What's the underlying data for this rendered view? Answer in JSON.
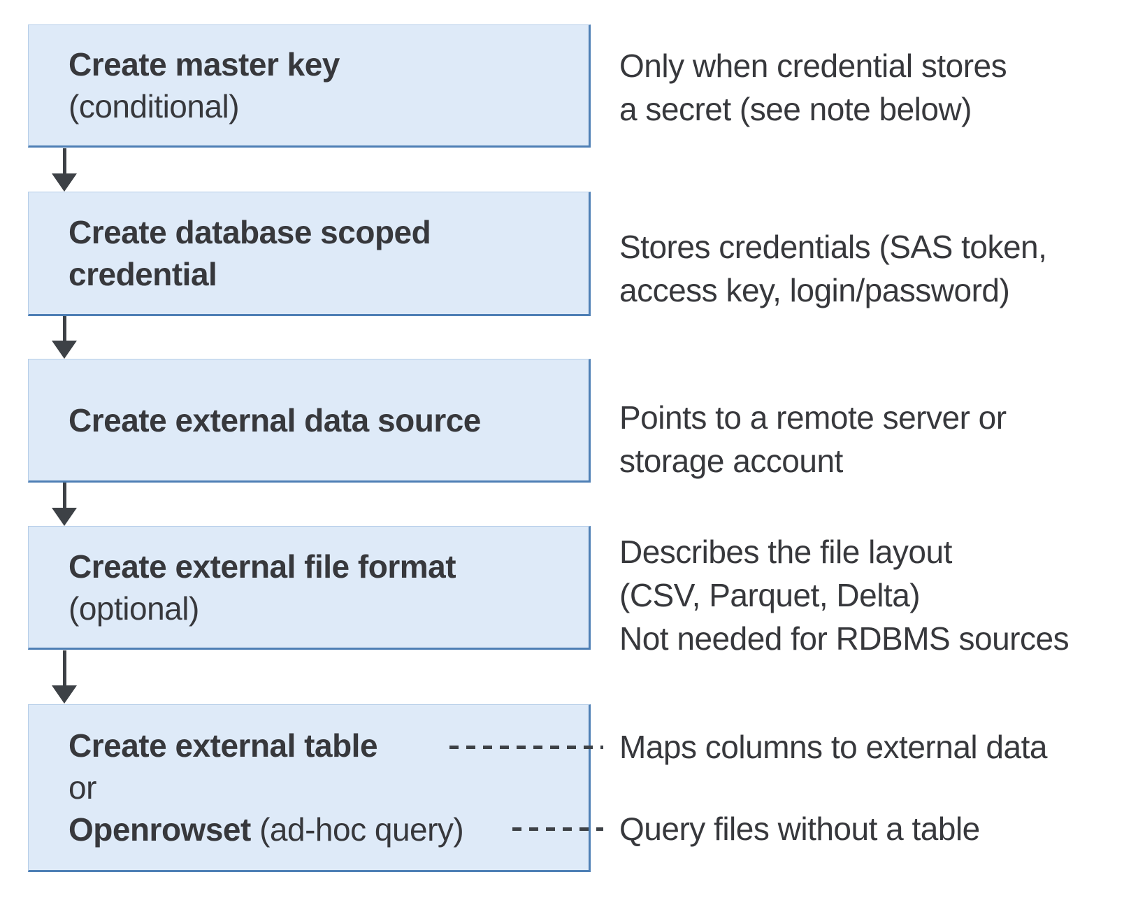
{
  "colors": {
    "box_fill": "#deeaf8",
    "box_border": "#4e7fb5",
    "box_border_light": "#b5cde8",
    "text": "#37383c",
    "connector": "#3d4146"
  },
  "boxes": [
    {
      "title": "Create master key",
      "subtitle": "(conditional)"
    },
    {
      "title": "Create database scoped credential",
      "subtitle": ""
    },
    {
      "title": "Create external data source",
      "subtitle": ""
    },
    {
      "title": "Create external file format",
      "subtitle": "(optional)"
    },
    {
      "lines": [
        {
          "bold": "Create external table",
          "regular": ""
        },
        {
          "bold": "",
          "regular": "or"
        },
        {
          "bold": "Openrowset",
          "regular": " (ad-hoc query)"
        }
      ]
    }
  ],
  "annotations": [
    {
      "lines": [
        "Only when credential stores",
        "a secret (see note below)"
      ]
    },
    {
      "lines": [
        "Stores credentials (SAS token,",
        "access key, login/password)"
      ]
    },
    {
      "lines": [
        "Points to a remote server or",
        "storage account"
      ]
    },
    {
      "lines": [
        "Describes the file layout",
        "(CSV, Parquet, Delta)",
        "Not needed for RDBMS sources"
      ]
    },
    {
      "lines": [
        "Maps columns to external data"
      ]
    },
    {
      "lines": [
        "Query files without a table"
      ]
    }
  ]
}
